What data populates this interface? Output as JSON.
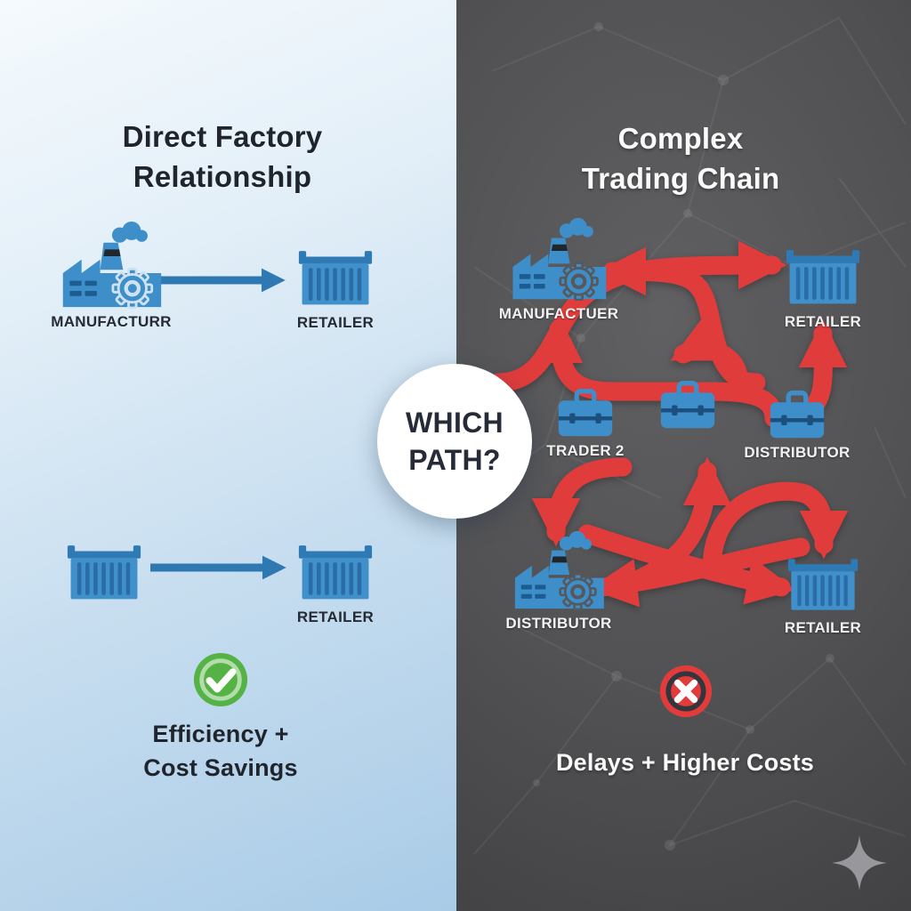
{
  "center_badge": {
    "line1": "WHICH",
    "line2": "PATH?"
  },
  "left_panel": {
    "title_line1": "Direct Factory",
    "title_line2": "Relationship",
    "nodes": [
      {
        "label": "MANUFACTURR",
        "icon": "factory-icon"
      },
      {
        "label": "RETAILER",
        "icon": "container-icon"
      },
      {
        "label": "",
        "icon": "container-icon"
      },
      {
        "label": "RETAILER",
        "icon": "container-icon"
      }
    ],
    "arrow_icon": "straight-arrow-icon",
    "status_icon": "check-circle-icon",
    "benefit_line1": "Efficiency +",
    "benefit_line2": "Cost Savings"
  },
  "right_panel": {
    "title_line1": "Complex",
    "title_line2": "Trading Chain",
    "nodes": [
      {
        "label": "MANUFACTUER",
        "icon": "factory-icon"
      },
      {
        "label": "RETAILER",
        "icon": "container-icon"
      },
      {
        "label": "TRADER 2",
        "icon": "briefcase-icon"
      },
      {
        "label": "",
        "icon": "briefcase-icon"
      },
      {
        "label": "DISTRIBUTOR",
        "icon": "briefcase-icon"
      },
      {
        "label": "DISTRIBUTOR",
        "icon": "factory-icon"
      },
      {
        "label": "RETAILER",
        "icon": "container-icon"
      }
    ],
    "arrow_icon": "tangled-arrows-icon",
    "status_icon": "x-circle-icon",
    "drawback_text": "Delays + Higher Costs"
  },
  "footer": {
    "logo_icon": "sparkle-icon"
  },
  "colors": {
    "icon_blue": "#3d8ec9",
    "icon_blue_dark": "#2a6da6",
    "arrow_blue": "#2e79b2",
    "arrow_red": "#e13c3c",
    "check_green": "#55b345",
    "cross_red": "#e23b3b",
    "left_bg_bottom": "#a9cbe7",
    "right_bg": "#4a4a4c",
    "title_dark": "#20252d",
    "title_light": "#fafafa"
  }
}
